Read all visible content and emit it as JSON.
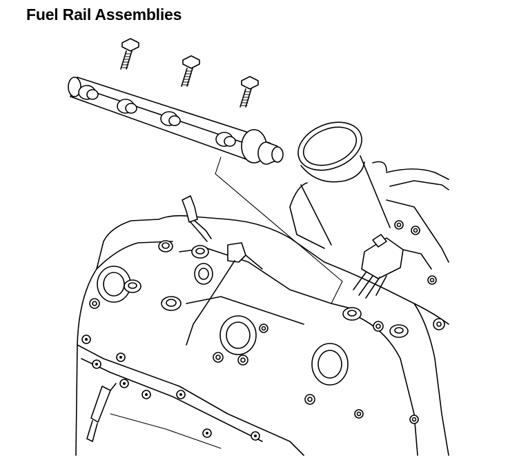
{
  "figure": {
    "title": "Fuel Rail Assemblies",
    "colors": {
      "line": "#000000",
      "background": "#ffffff"
    },
    "parts": [
      "fuel-rail",
      "fuel-rail-bolt",
      "throttle-body-adapter",
      "fuel-injector-harness",
      "intake-manifold"
    ]
  }
}
